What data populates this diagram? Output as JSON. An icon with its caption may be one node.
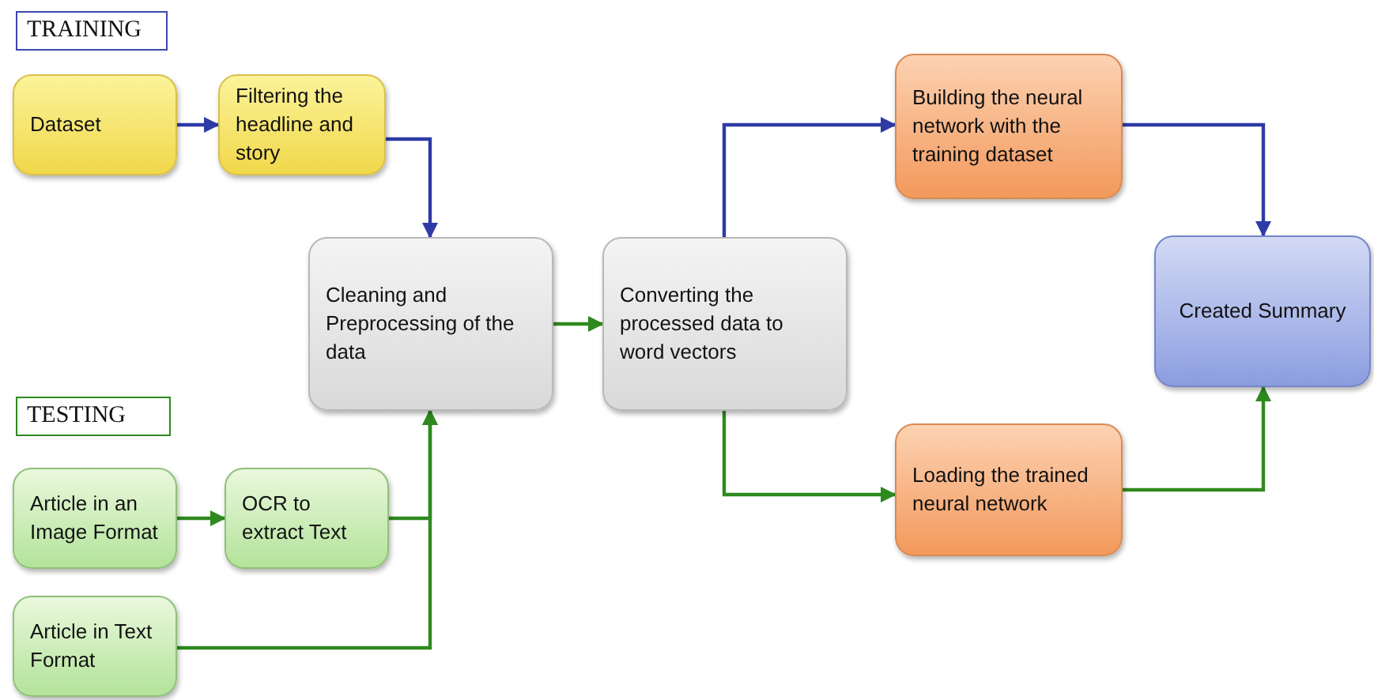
{
  "diagram": {
    "nodes": [
      {
        "text": [
          "TRAINING"
        ]
      },
      {
        "text": [
          "Dataset"
        ]
      },
      {
        "text": [
          "Filtering the headline and story"
        ]
      },
      {
        "text": [
          "Cleaning and Preprocessing of the data"
        ]
      },
      {
        "text": [
          "Converting the processed data to word vectors"
        ]
      },
      {
        "text": [
          "Building the neural network with the training dataset"
        ]
      },
      {
        "text": [
          "Created Summary"
        ]
      },
      {
        "text": [
          "TESTING"
        ]
      },
      {
        "text": [
          "Article in an Image Format"
        ]
      },
      {
        "text": [
          "OCR to extract Text"
        ]
      },
      {
        "text": [
          "Article in Text Format"
        ]
      },
      {
        "text": [
          "Loading the trained neural network"
        ]
      }
    ],
    "edges": [
      {
        "from": 1,
        "to": 2,
        "arrow": "to",
        "color": "#2e3aa6"
      },
      {
        "from": 2,
        "to": 3,
        "arrow": "to",
        "color": "#2e3aa6"
      },
      {
        "from": 3,
        "to": 4,
        "arrow": "to"
      },
      {
        "from": 4,
        "to": 5,
        "arrow": "to",
        "color": "#2e3aa6"
      },
      {
        "from": 4,
        "to": 11,
        "arrow": "to"
      },
      {
        "from": 5,
        "to": 6,
        "arrow": "to",
        "color": "#2e3aa6"
      },
      {
        "from": 11,
        "to": 6,
        "arrow": "to"
      },
      {
        "from": 8,
        "to": 9,
        "arrow": "to"
      },
      {
        "from": 9,
        "to": 3,
        "arrow": "to"
      },
      {
        "from": 10,
        "to": 3,
        "arrow": "to"
      }
    ]
  }
}
